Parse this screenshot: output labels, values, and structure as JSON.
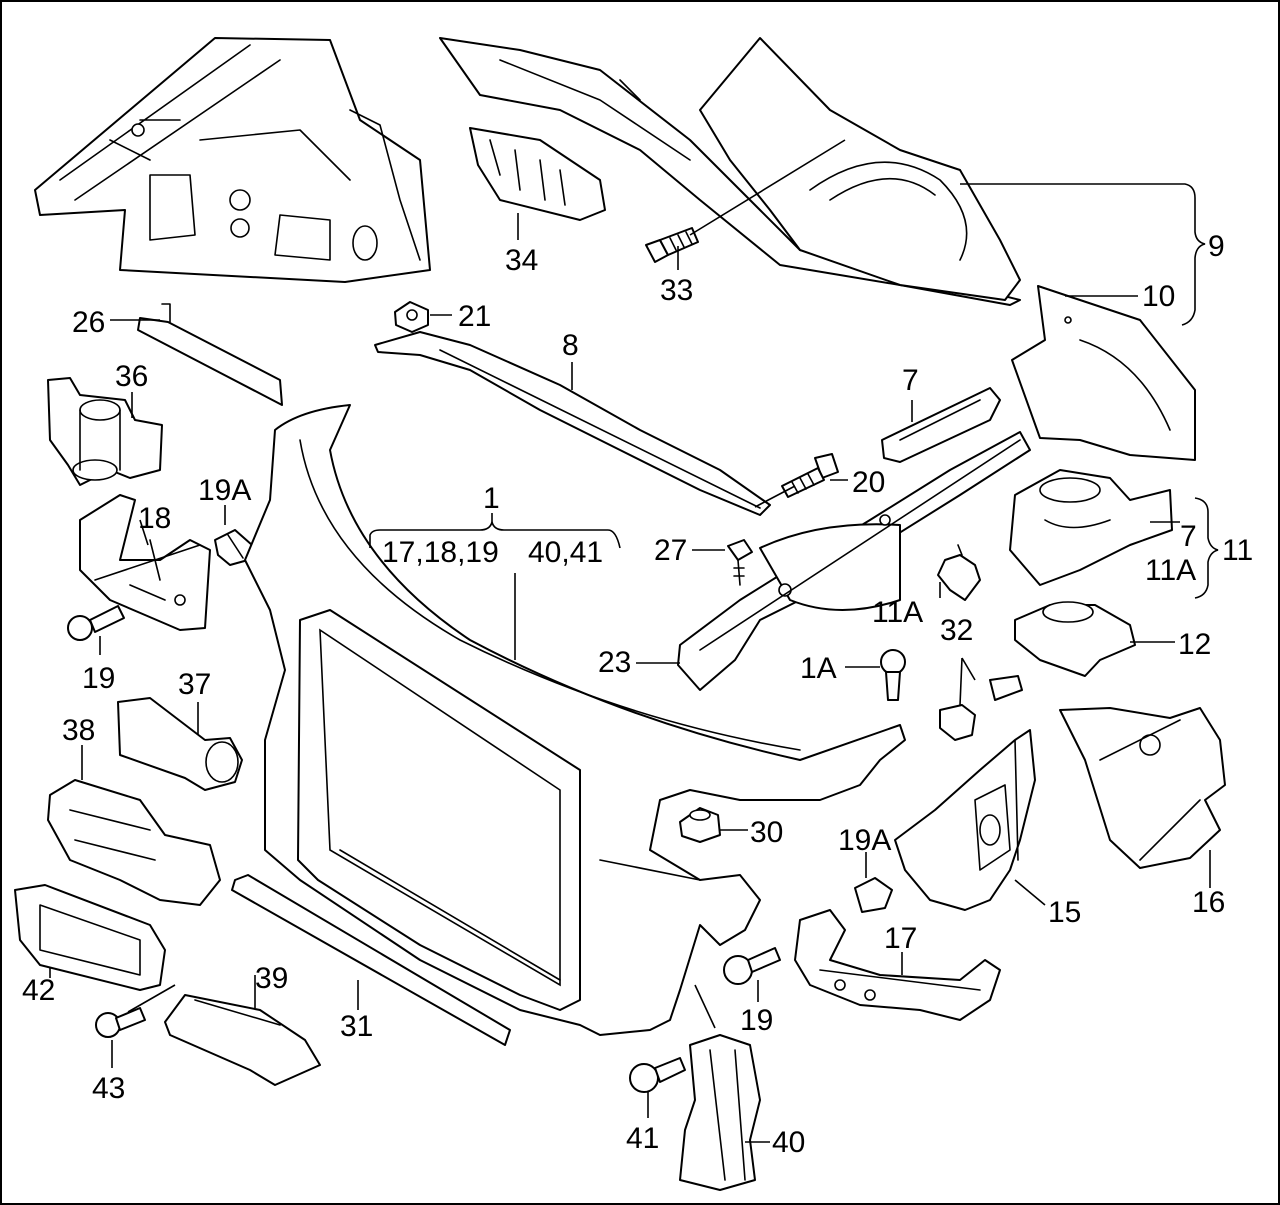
{
  "callouts": {
    "c1": "1",
    "c1_group_left": "17,18,19",
    "c1_group_right": "40,41",
    "c1A": "1A",
    "c7_upper": "7",
    "c7_right": "7",
    "c8": "8",
    "c9": "9",
    "c10": "10",
    "c11": "11",
    "c11A_left": "11A",
    "c11A_right": "11A",
    "c12": "12",
    "c15": "15",
    "c16": "16",
    "c17": "17",
    "c18": "18",
    "c19_left": "19",
    "c19_right": "19",
    "c19A_left": "19A",
    "c19A_right": "19A",
    "c20": "20",
    "c21": "21",
    "c23": "23",
    "c26": "26",
    "c27": "27",
    "c30": "30",
    "c31": "31",
    "c32": "32",
    "c33": "33",
    "c34": "34",
    "c36": "36",
    "c37": "37",
    "c38": "38",
    "c39": "39",
    "c40": "40",
    "c41": "41",
    "c42": "42",
    "c43": "43"
  }
}
